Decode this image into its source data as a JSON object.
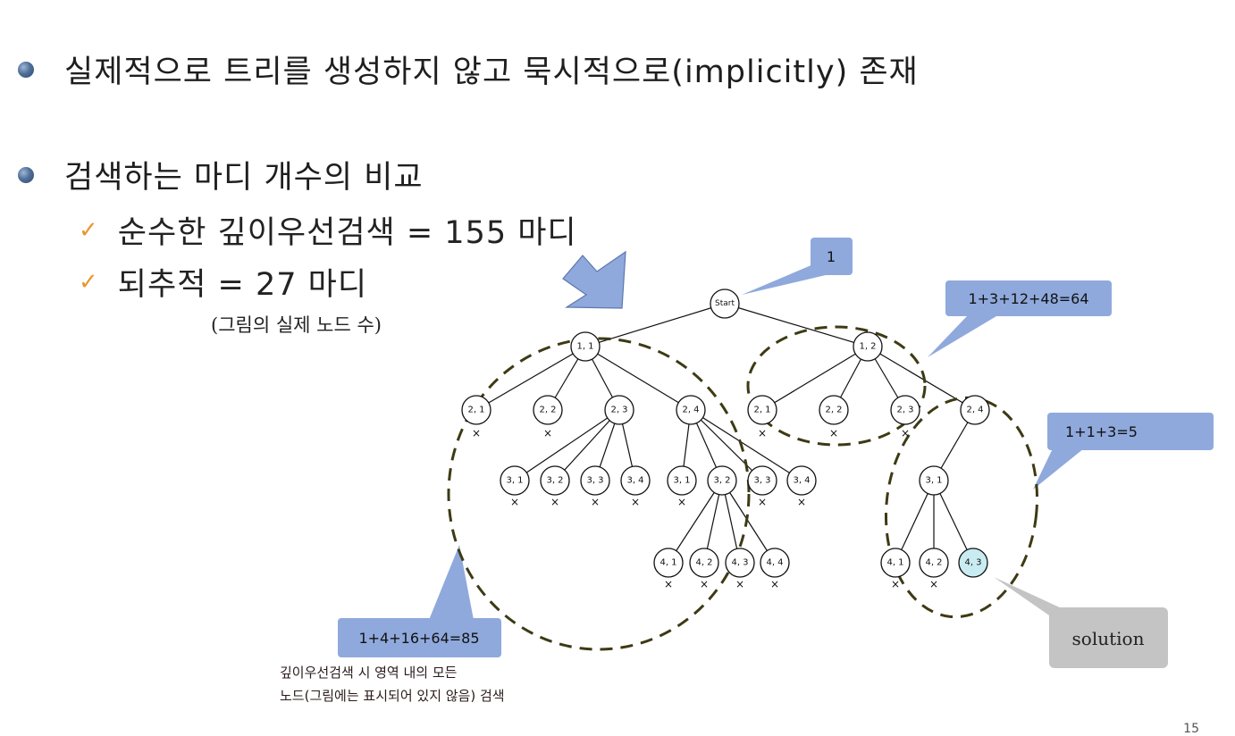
{
  "bullets": [
    {
      "text": "실제적으로 트리를 생성하지 않고 묵시적으로(implicitly) 존재"
    },
    {
      "text": "검색하는 마디 개수의 비교"
    }
  ],
  "checks": [
    {
      "text": "순수한 깊이우선검색 = 155 마디"
    },
    {
      "text": "되추적 = 27 마디"
    }
  ],
  "note": "(그림의 실제 노드 수)",
  "bottom_note": {
    "line1": "깊이우선검색 시 영역 내의 모든",
    "line2": "노드(그림에는 표시되어 있지 않음) 검색"
  },
  "callouts": {
    "root": "1",
    "right_top": "1+3+12+48=64",
    "right_mid": "1+1+3=5",
    "left_bottom": "1+4+16+64=85",
    "solution": "solution"
  },
  "tree": {
    "root": "Start",
    "pruned_mark": "×",
    "nodes": {
      "n11": "1, 1",
      "n12": "1, 2",
      "a21": "2, 1",
      "a22": "2, 2",
      "a23": "2, 3",
      "a24": "2, 4",
      "b21": "2, 1",
      "b22": "2, 2",
      "b23": "2, 3",
      "b24": "2, 4",
      "a31": "3, 1",
      "a32": "3, 2",
      "a33": "3, 3",
      "a34": "3, 4",
      "c31": "3, 1",
      "c32": "3, 2",
      "c33": "3, 3",
      "c34": "3, 4",
      "d31": "3, 1",
      "e41": "4, 1",
      "e42": "4, 2",
      "e43": "4, 3",
      "e44": "4, 4",
      "f41": "4, 1",
      "f42": "4, 2",
      "f43": "4, 3"
    }
  },
  "colors": {
    "accent_blue": "#8fa9dc",
    "solution_fill": "#c9ecf2",
    "dash_color": "#3d3a14",
    "check_orange": "#e8962e"
  },
  "page_number": "15"
}
